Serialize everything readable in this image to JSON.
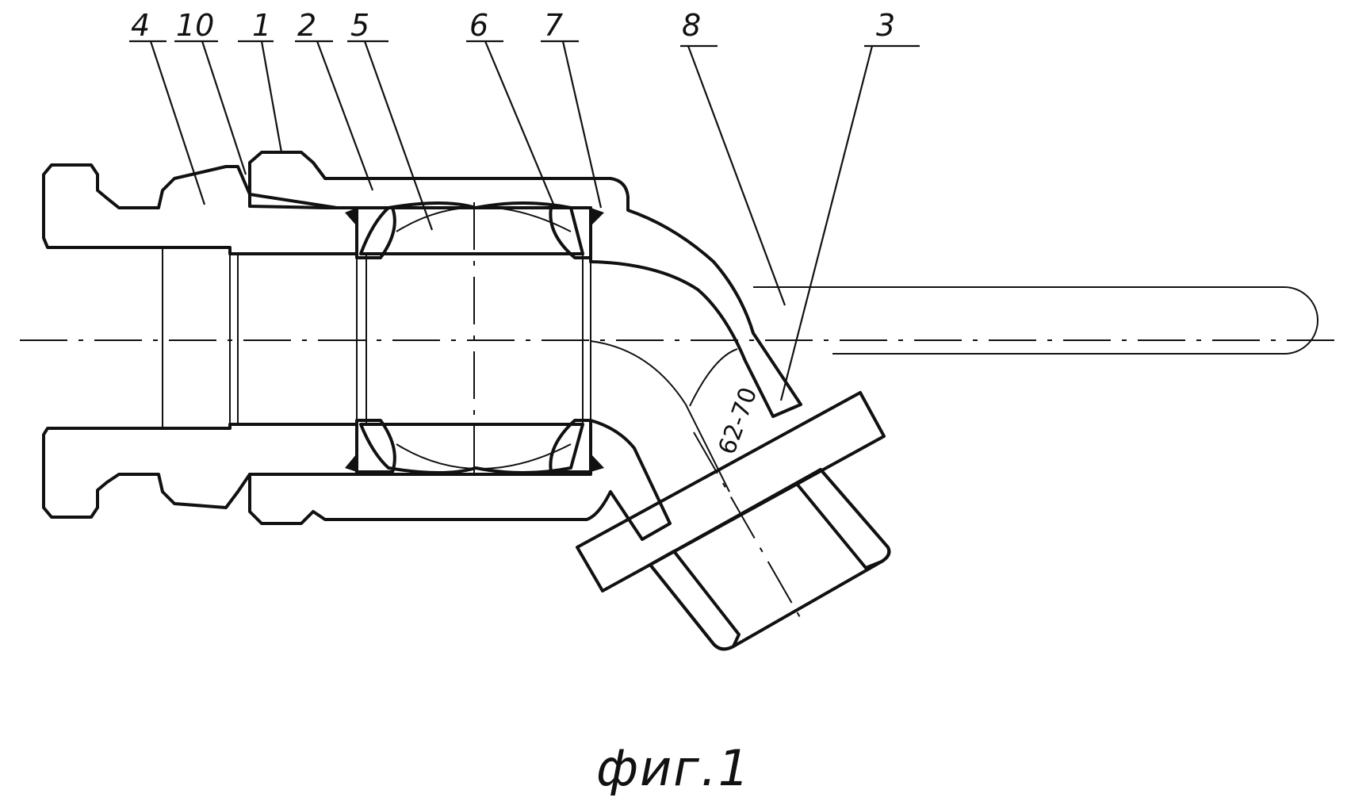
{
  "labels": {
    "l4": "4",
    "l10": "10",
    "l1": "1",
    "l2": "2",
    "l5": "5",
    "l6": "6",
    "l7": "7",
    "l8": "8",
    "l3": "3"
  },
  "angle_label": "62-70",
  "caption": "фиг.1"
}
